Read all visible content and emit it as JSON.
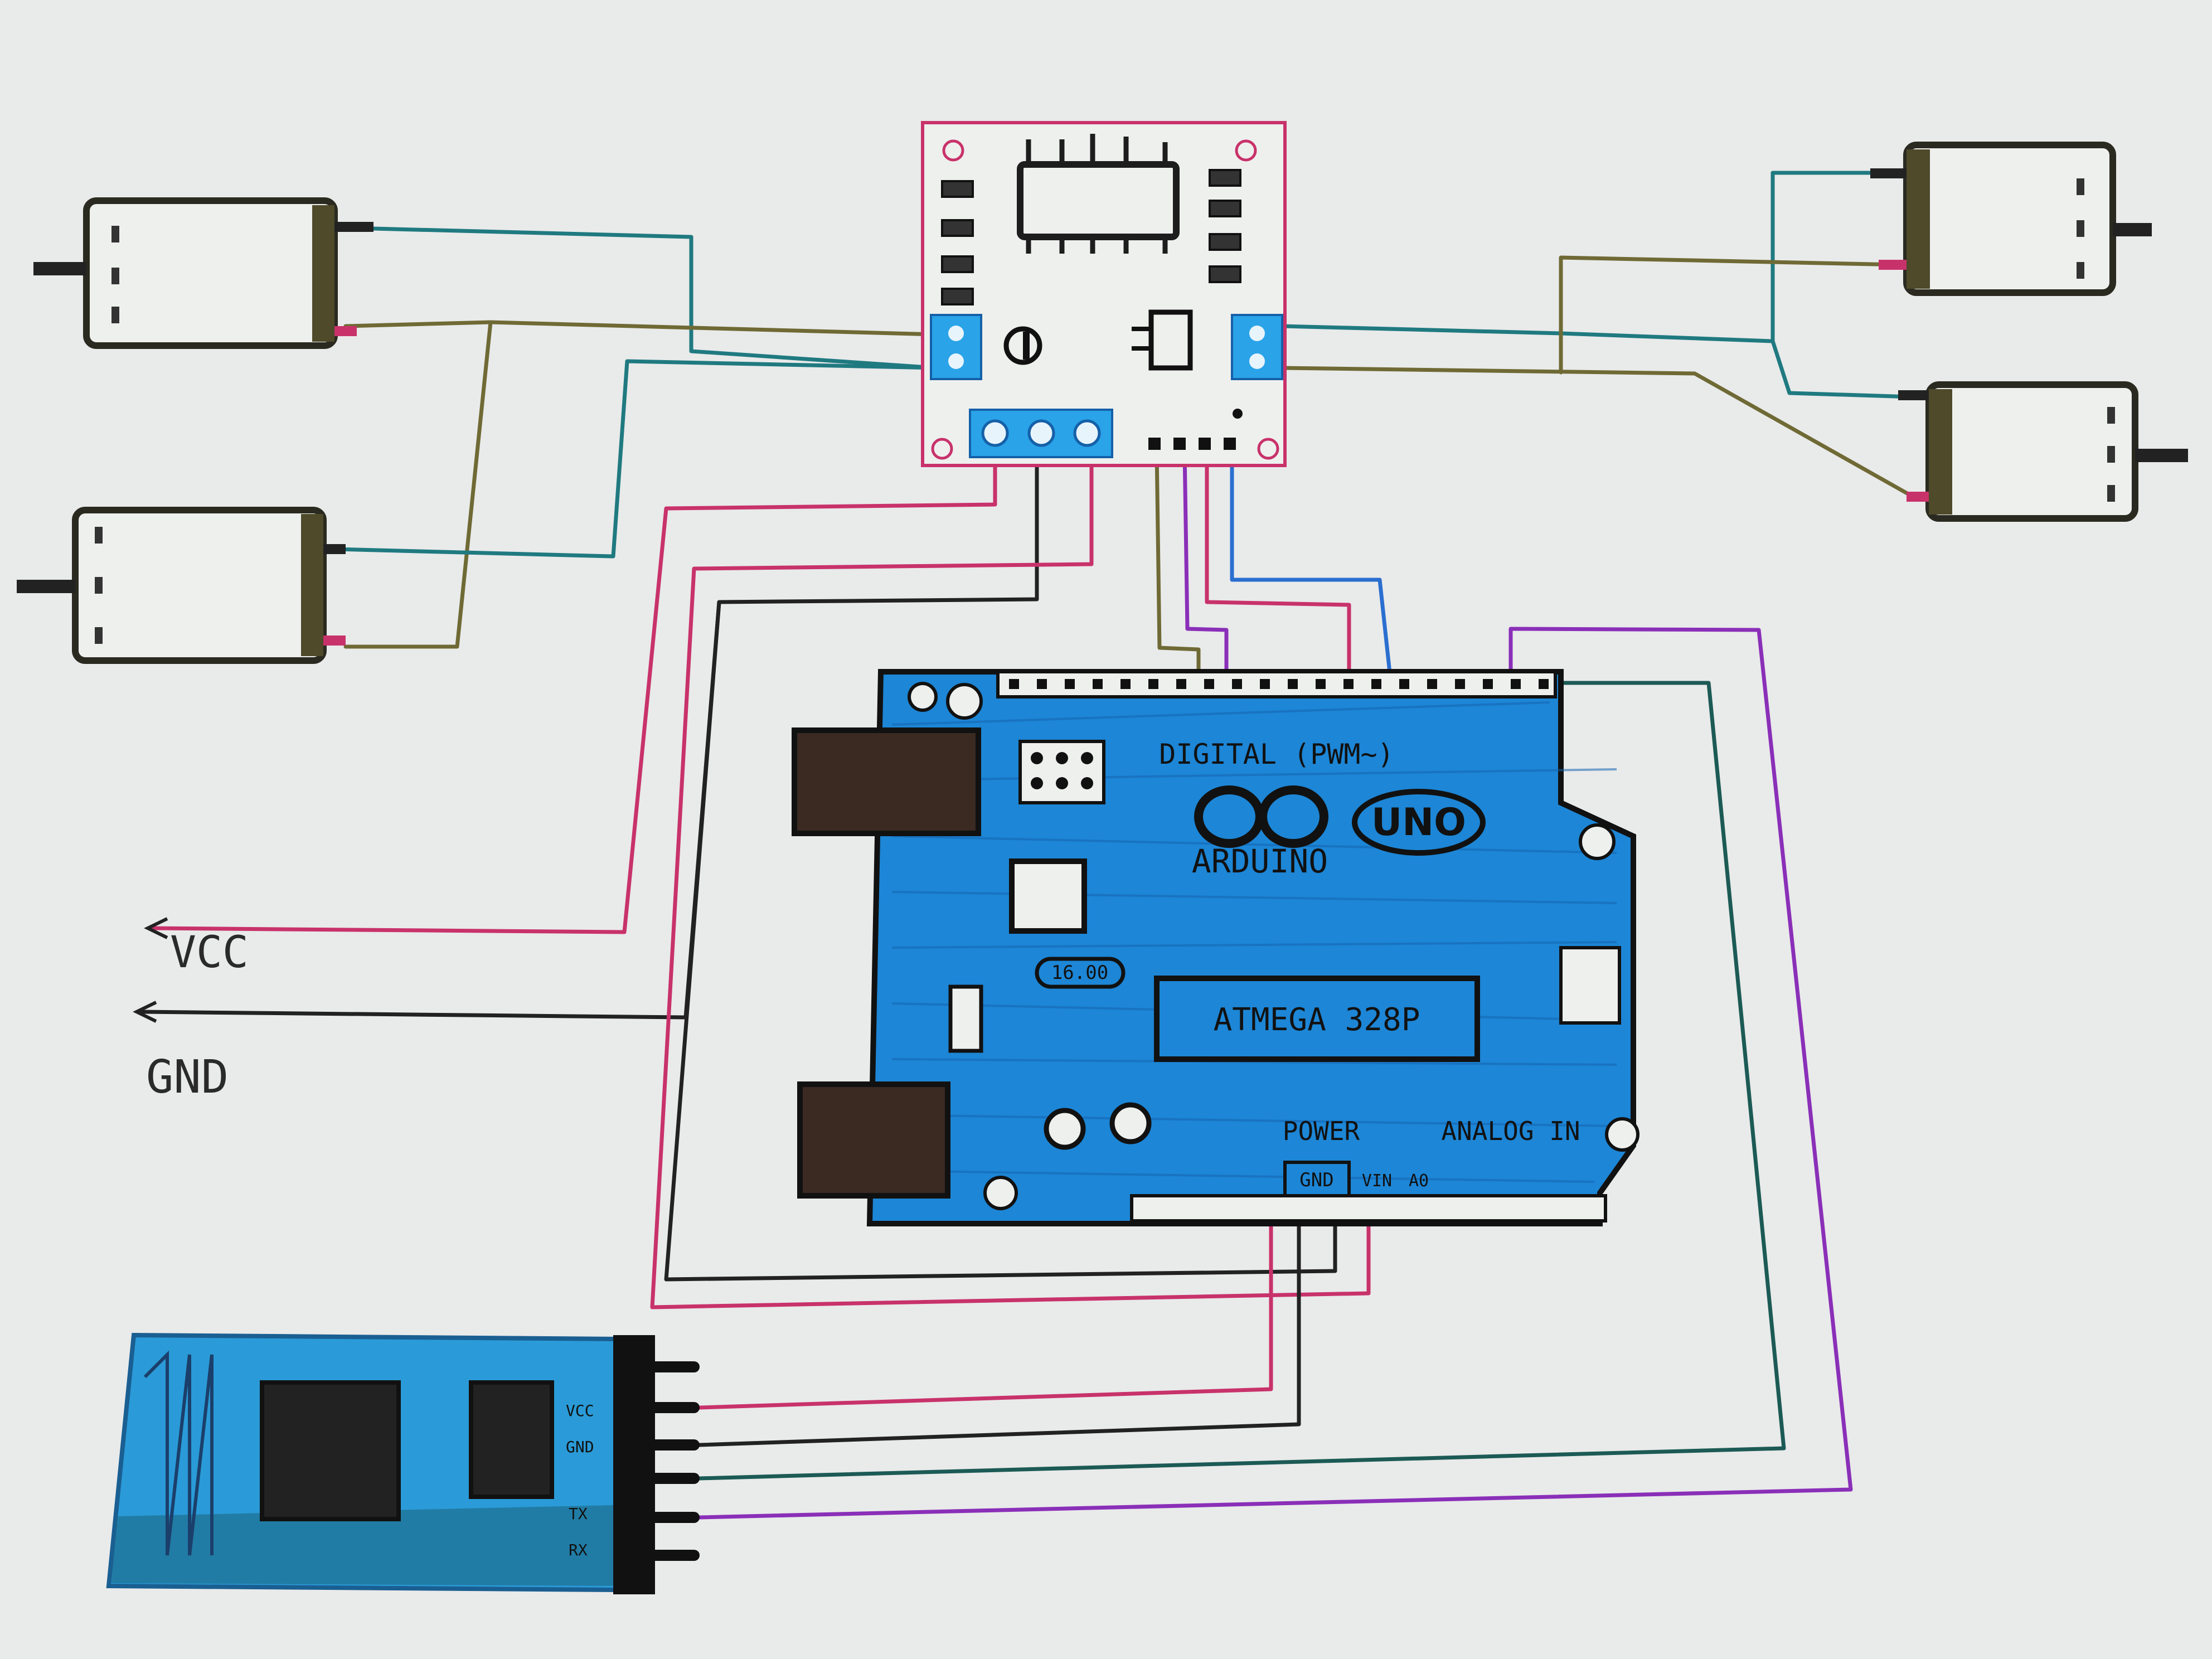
{
  "colors": {
    "paper": "#e9eaea",
    "ink": "#1d1d1d",
    "teal": "#1f7a80",
    "olive": "#6f6a35",
    "pink": "#c8326a",
    "dark_green": "#1c5a55",
    "purple": "#8a2fb8",
    "board_blue": "#1d86d6",
    "terminal_blue": "#2aa3e8",
    "driver_border": "#c8326a"
  },
  "labels": {
    "vcc": "VCC",
    "gnd": "GND"
  },
  "arduino": {
    "digital": "DIGITAL (PWM~)",
    "brand": "ARDUINO",
    "model": "UNO",
    "chip": "ATMEGA 328P",
    "crystal": "16.00",
    "power": "POWER",
    "analog": "ANALOG IN",
    "gnd_pin": "GND",
    "vin_pin": "VIN",
    "a0": "A0"
  },
  "bluetooth": {
    "pin_labels": [
      "VCC",
      "GND",
      "TX",
      "RX"
    ]
  },
  "icons": {
    "infinity": "arduino-infinity-icon",
    "motor": "dc-motor-icon"
  }
}
